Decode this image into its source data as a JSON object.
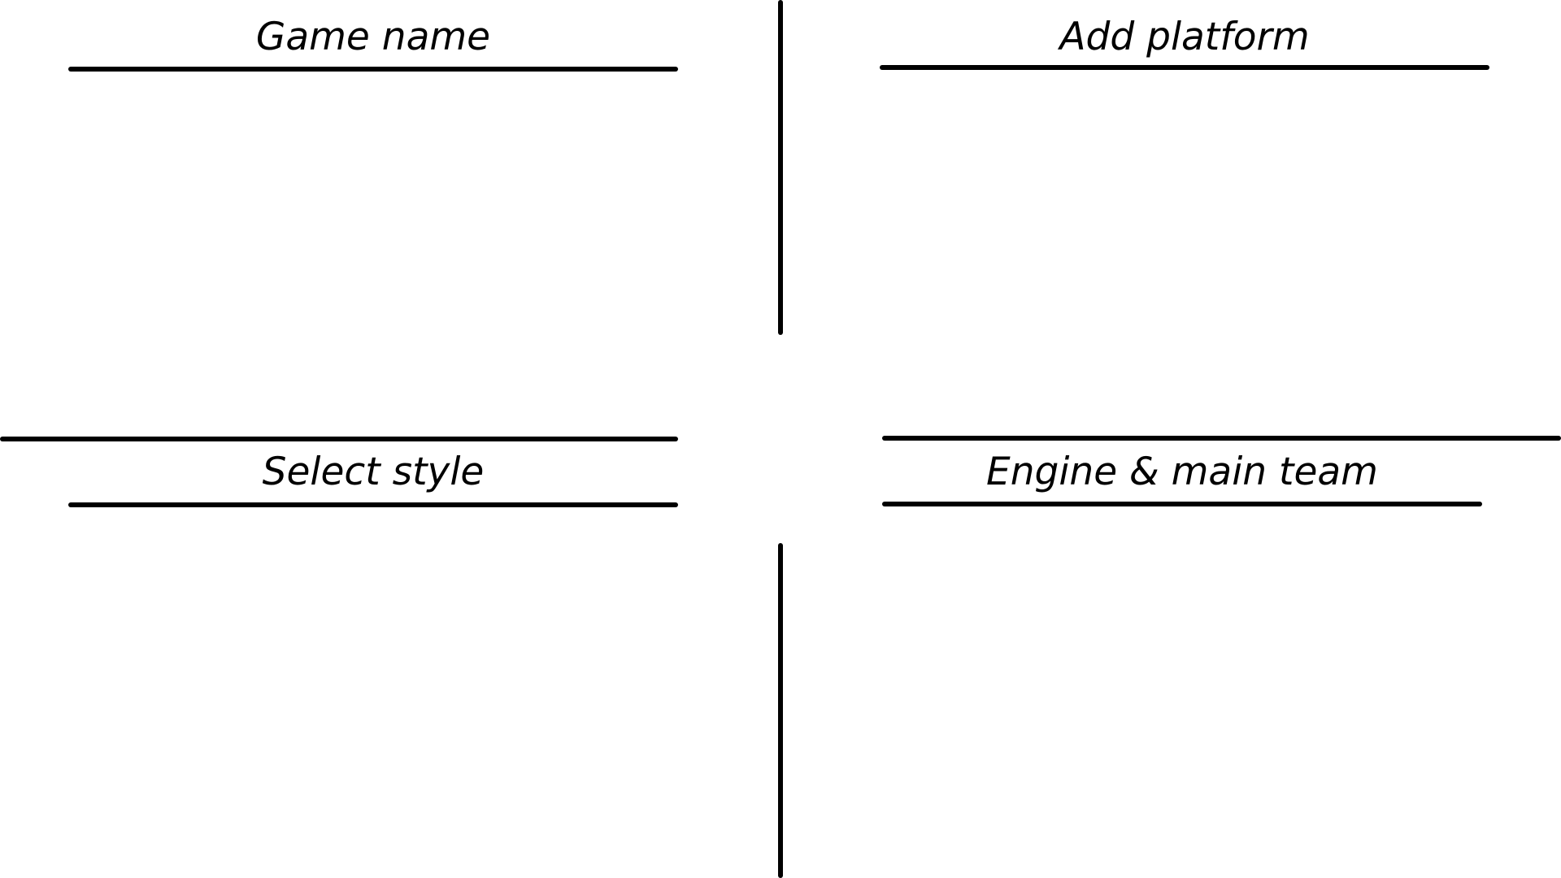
{
  "sections": {
    "top_left": {
      "title": "Game name"
    },
    "top_right": {
      "title": "Add platform"
    },
    "bottom_left": {
      "title": "Select style"
    },
    "bottom_right": {
      "title": "Engine & main team"
    }
  },
  "colors": {
    "background": "#ffffff",
    "ink": "#000000"
  }
}
